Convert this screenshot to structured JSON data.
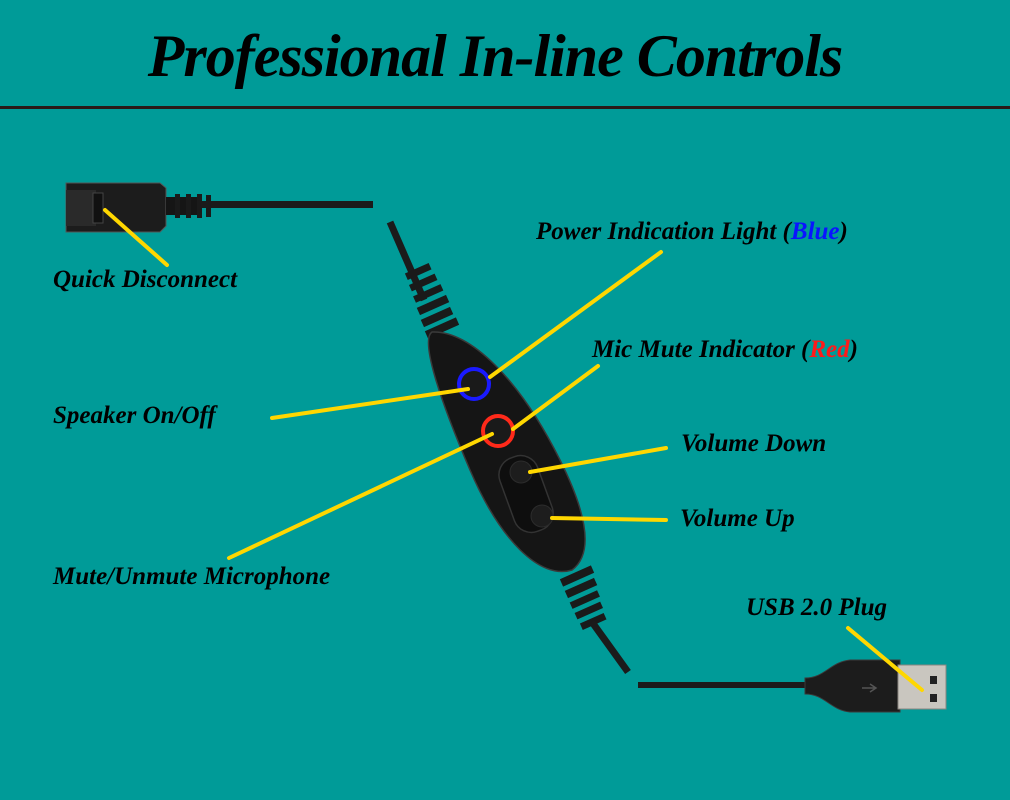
{
  "title": "Professional In-line Controls",
  "labels": {
    "quick_disconnect": "Quick Disconnect",
    "power_light": {
      "text": "Power Indication Light (",
      "color_word": "Blue",
      "close": ")"
    },
    "mic_mute_indicator": {
      "text": "Mic Mute Indicator (",
      "color_word": "Red",
      "close": ")"
    },
    "speaker": "Speaker On/Off",
    "volume_down": "Volume Down",
    "volume_up": "Volume Up",
    "mute_mic": "Mute/Unmute Microphone",
    "usb_plug": "USB 2.0 Plug"
  },
  "colors": {
    "background": "#009b98",
    "leader_line": "#ffd700",
    "power_ring": "#1a1aff",
    "mute_ring": "#ff2a1a",
    "blue_word": "#0a14ff",
    "red_word": "#ff1a1a"
  }
}
